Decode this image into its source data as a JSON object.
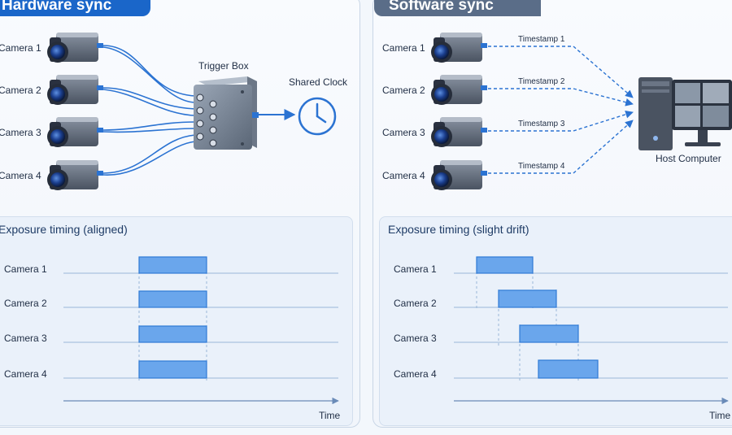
{
  "hardware": {
    "title": "Hardware sync",
    "cameras": [
      "Camera 1",
      "Camera 2",
      "Camera 3",
      "Camera 4"
    ],
    "trigger_box_label": "Trigger Box",
    "clock_label": "Shared Clock",
    "timing": {
      "title": "Exposure timing (aligned)",
      "rows": [
        "Camera 1",
        "Camera 2",
        "Camera 3",
        "Camera 4"
      ],
      "axis_label": "Time"
    }
  },
  "software": {
    "title": "Software sync",
    "cameras": [
      "Camera 1",
      "Camera 2",
      "Camera 3",
      "Camera 4"
    ],
    "timestamps": [
      "Timestamp 1",
      "Timestamp 2",
      "Timestamp 3",
      "Timestamp 4"
    ],
    "host_label": "Host Computer",
    "timing": {
      "title": "Exposure timing (slight drift)",
      "rows": [
        "Camera 1",
        "Camera 2",
        "Camera 3",
        "Camera 4"
      ],
      "axis_label": "Time"
    }
  },
  "colors": {
    "accent": "#1a66c9",
    "accent_grey": "#5a6d88",
    "pulse_fill": "#6aa6ec",
    "pulse_stroke": "#2f7ad6",
    "wire": "#2b73d2"
  }
}
